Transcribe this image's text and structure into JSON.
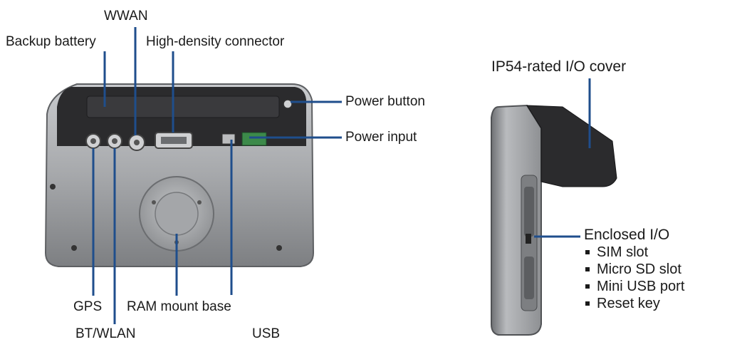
{
  "labels": {
    "wwan": "WWAN",
    "backup_battery": "Backup battery",
    "high_density_connector": "High-density connector",
    "power_button": "Power button",
    "power_input": "Power input",
    "gps": "GPS",
    "bt_wlan": "BT/WLAN",
    "ram_mount_base": "RAM mount base",
    "usb": "USB",
    "io_cover": "IP54-rated I/O cover",
    "enclosed_io": "Enclosed I/O"
  },
  "enclosed_io_items": [
    "SIM slot",
    "Micro SD slot",
    "Mini USB port",
    "Reset key"
  ],
  "colors": {
    "leader_line": "#1f4e8c",
    "device_body": "#9a9c9f",
    "device_dark": "#2b2b2d",
    "text": "#1a1a1a"
  }
}
